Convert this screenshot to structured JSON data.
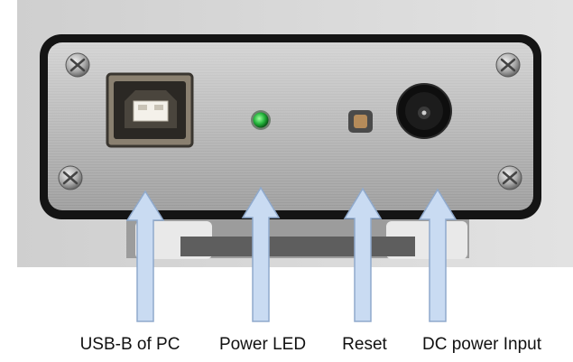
{
  "labels": {
    "usb": "USB-B of PC",
    "led": "Power LED",
    "reset": "Reset",
    "dc": "DC power Input"
  },
  "colors": {
    "arrow_fill": "#c9dbf2",
    "arrow_stroke": "#8fa9cc",
    "led_green": "#22b33a",
    "panel": "#b8b8b8",
    "background": "#d9d9d9"
  }
}
